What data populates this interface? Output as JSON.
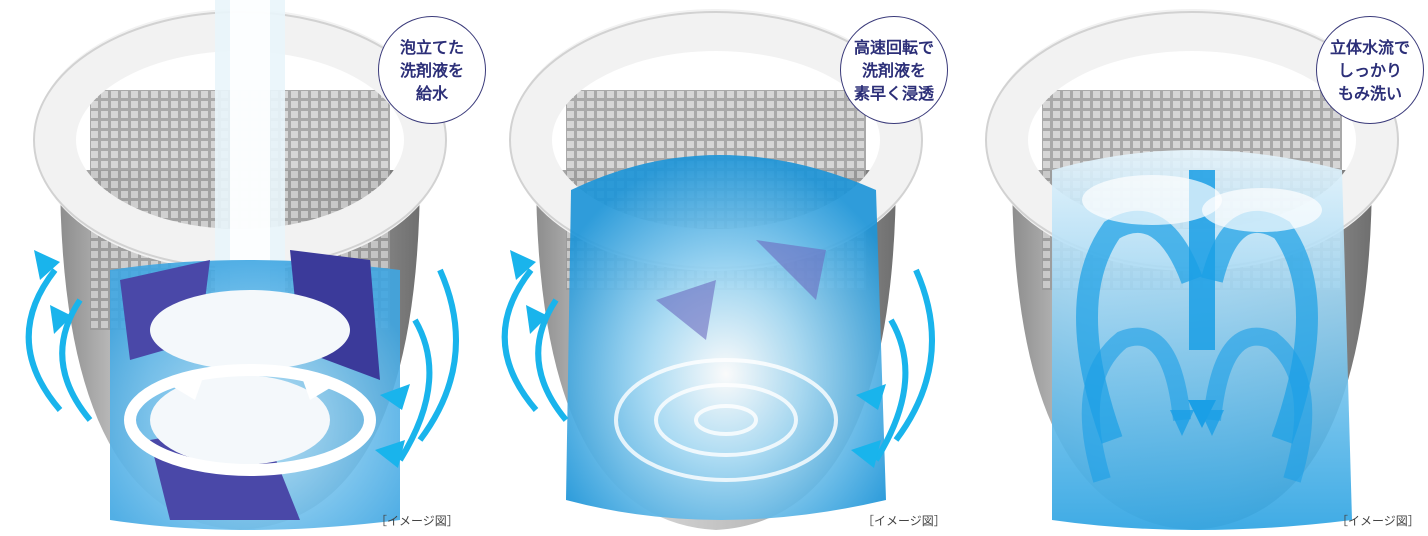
{
  "panels": [
    {
      "badge_lines": [
        "泡立てた",
        "洗剤液を",
        "給水"
      ],
      "caption": "［イメージ図］"
    },
    {
      "badge_lines": [
        "高速回転で",
        "洗剤液を",
        "素早く浸透"
      ],
      "caption": "［イメージ図］"
    },
    {
      "badge_lines": [
        "立体水流で",
        "しっかり",
        "もみ洗い"
      ],
      "caption": "［イメージ図］"
    }
  ],
  "colors": {
    "arrow_cyan": "#19b4ec",
    "water_blue": "#3aa9e4",
    "badge_text": "#2c2f78",
    "clothes_purple": "#4a48a8"
  }
}
